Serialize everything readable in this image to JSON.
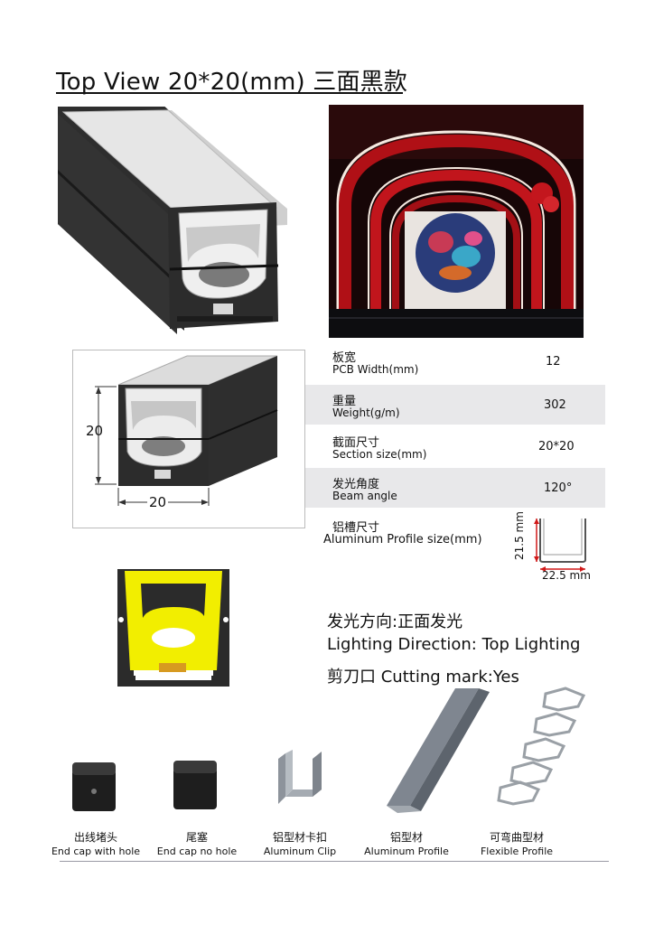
{
  "title": "Top View 20*20(mm) 三面黑款",
  "dimensions": {
    "height_label": "20",
    "width_label": "20"
  },
  "specs": [
    {
      "cn": "板宽",
      "en": "PCB Width(mm)",
      "value": "12"
    },
    {
      "cn": "重量",
      "en": "Weight(g/m)",
      "value": "302"
    },
    {
      "cn": "截面尺寸",
      "en": "Section size(mm)",
      "value": "20*20"
    },
    {
      "cn": "发光角度",
      "en": "Beam angle",
      "value": "120°"
    }
  ],
  "aluminum_profile": {
    "cn": "铝槽尺寸",
    "en": "Aluminum Profile size(mm)",
    "height": "21.5 mm",
    "width": "22.5 mm"
  },
  "lighting": {
    "line1": "发光方向:正面发光",
    "line2": "Lighting Direction: Top Lighting",
    "line3": "剪刀口 Cutting mark:Yes"
  },
  "accessories": [
    {
      "cn": "出线堵头",
      "en": "End cap with hole",
      "icon": "end-cap-hole-icon"
    },
    {
      "cn": "尾塞",
      "en": "End cap no hole",
      "icon": "end-cap-icon"
    },
    {
      "cn": "铝型材卡扣",
      "en": "Aluminum Clip",
      "icon": "aluminum-clip-icon"
    },
    {
      "cn": "铝型材",
      "en": "Aluminum Profile",
      "icon": "aluminum-profile-icon"
    },
    {
      "cn": "可弯曲型材",
      "en": "Flexible Profile",
      "icon": "flexible-profile-icon"
    }
  ],
  "colors": {
    "neon_yellow": "#f2ee00",
    "profile_black": "#2b2b2b",
    "diffuser_white": "#ededed",
    "accent_red": "#c0141c",
    "dimension_red": "#d01818"
  }
}
